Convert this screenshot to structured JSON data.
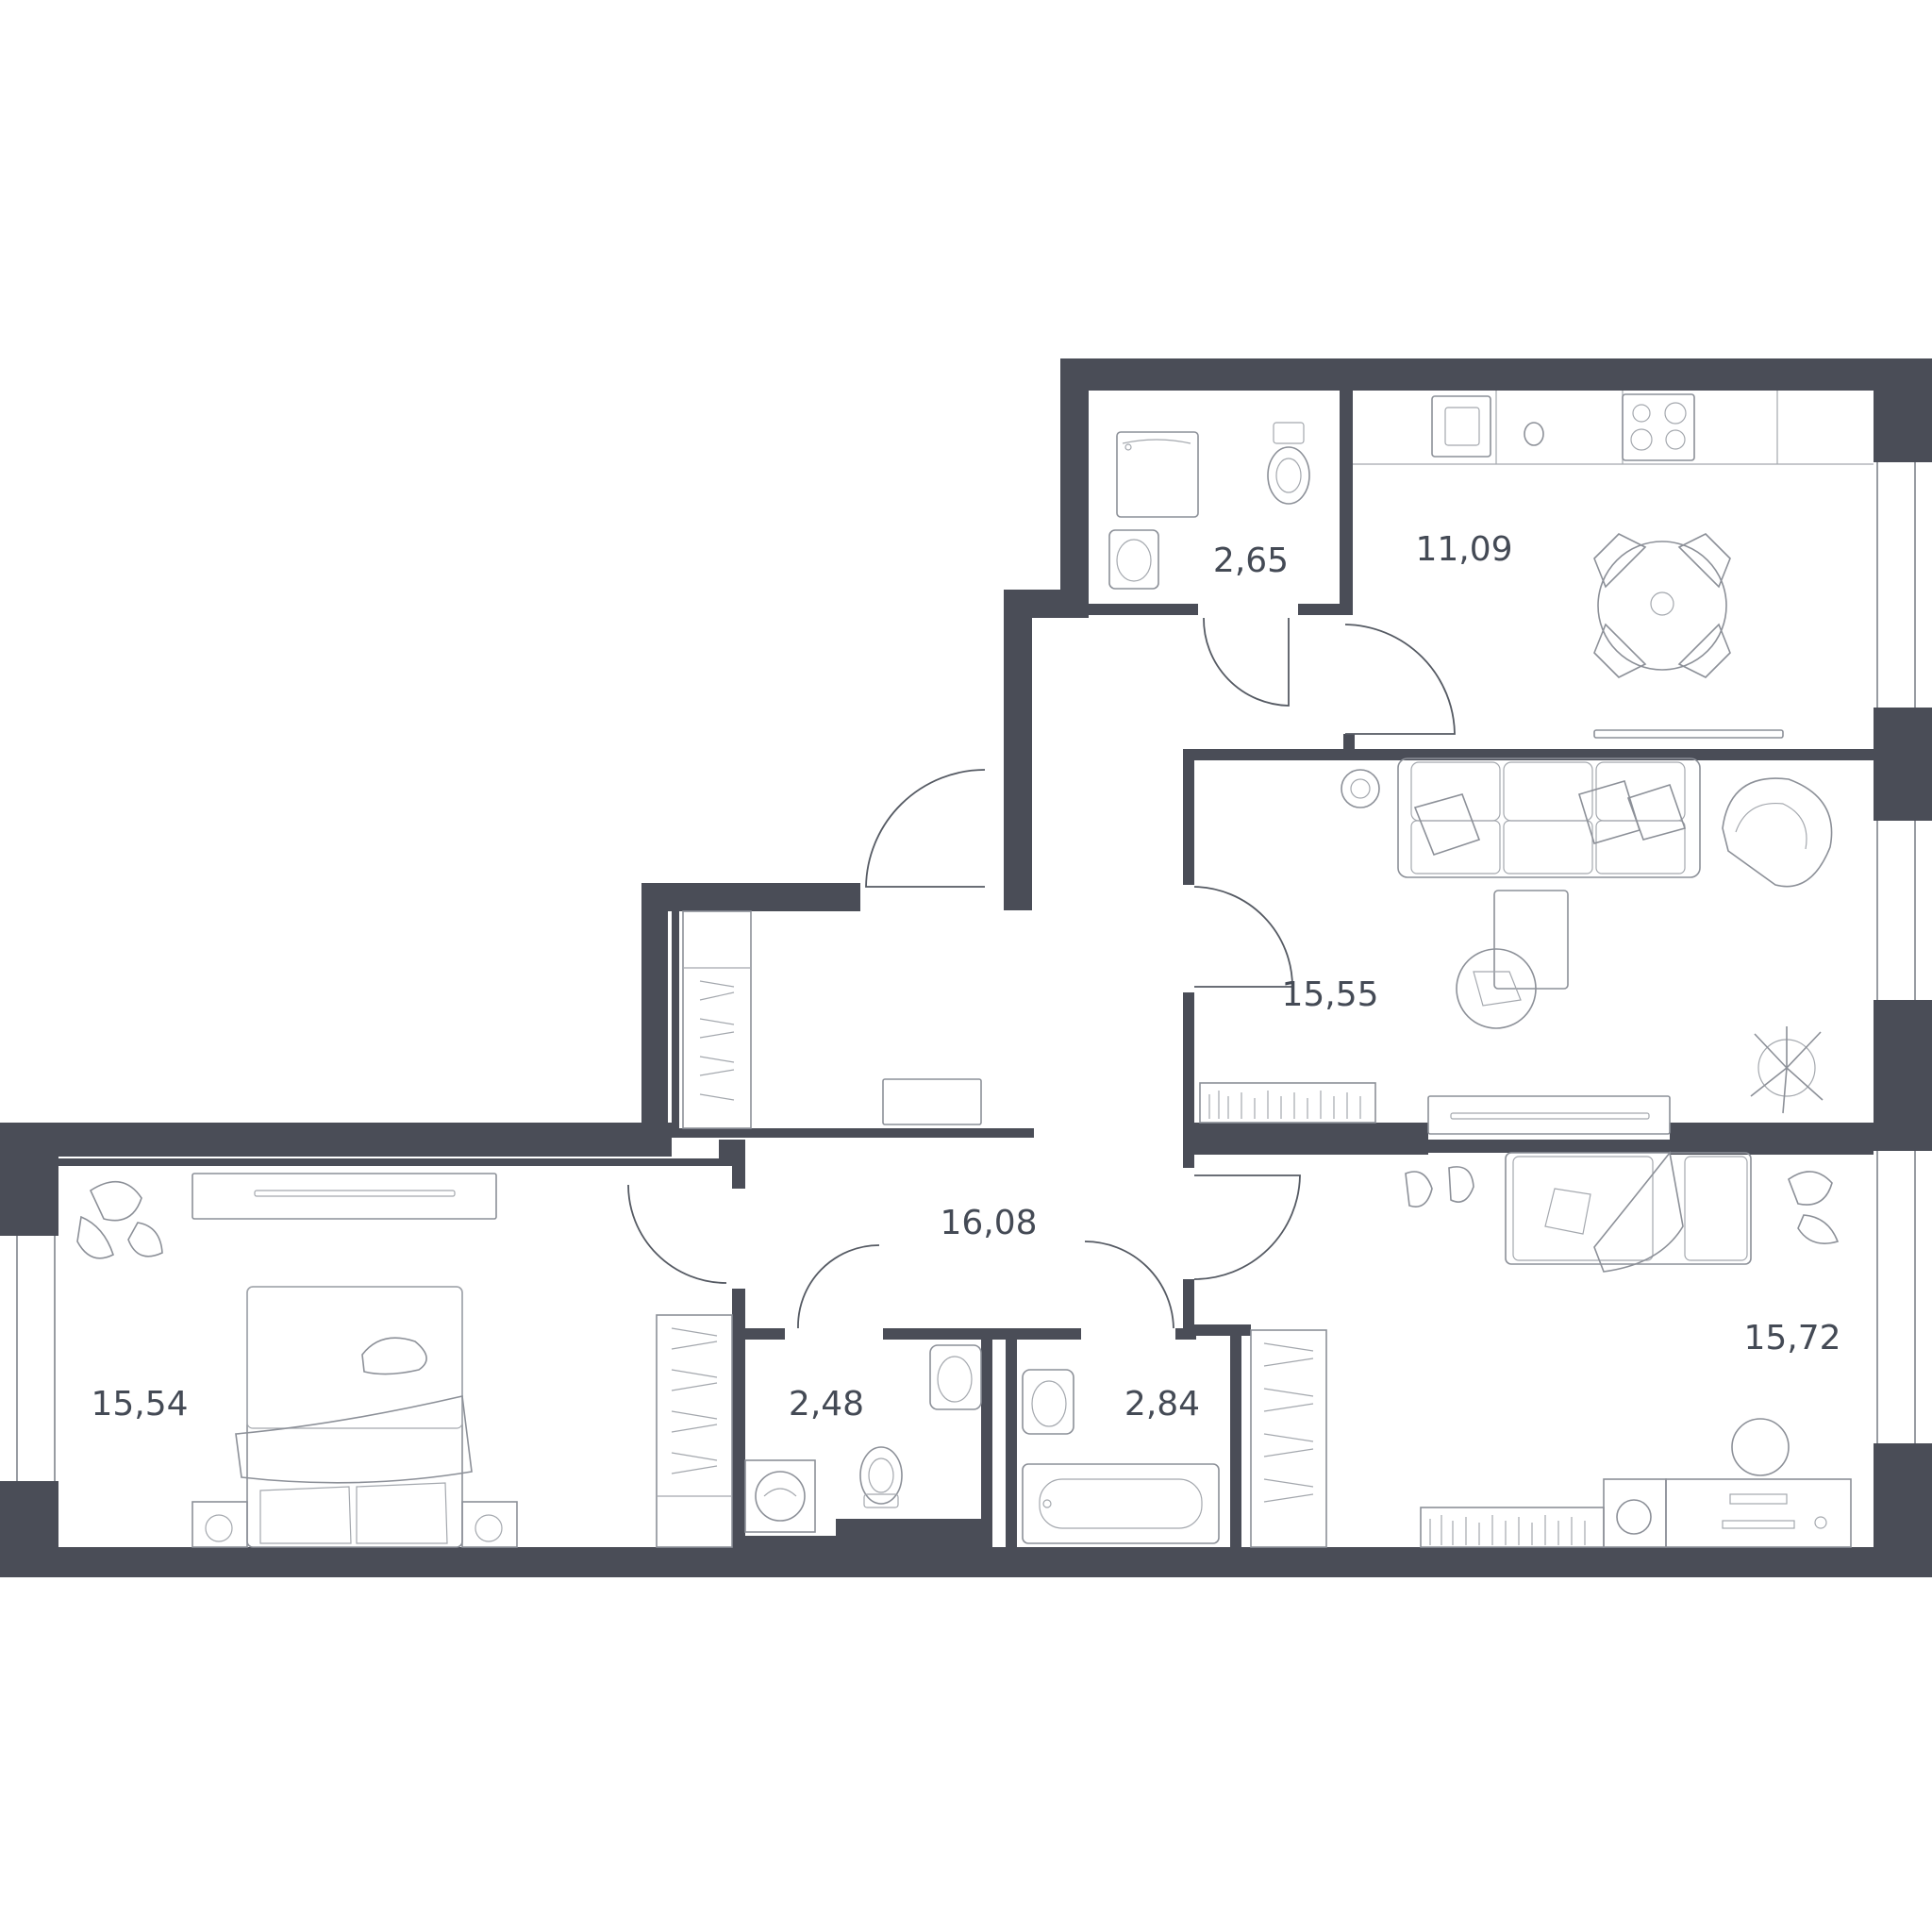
{
  "colors": {
    "wall": "#4a4d57",
    "furniture": "#8c9098",
    "label": "#444a55",
    "background": "#ffffff"
  },
  "rooms": [
    {
      "id": "bathroom-top",
      "area": "2,65"
    },
    {
      "id": "kitchen",
      "area": "11,09"
    },
    {
      "id": "living-room",
      "area": "15,55"
    },
    {
      "id": "hallway",
      "area": "16,08"
    },
    {
      "id": "bedroom-left",
      "area": "15,54"
    },
    {
      "id": "wc",
      "area": "2,48"
    },
    {
      "id": "bathroom-bottom",
      "area": "2,84"
    },
    {
      "id": "bedroom-right",
      "area": "15,72"
    }
  ],
  "icons": {
    "bed": "bed-icon",
    "sofa": "sofa-icon",
    "dining_table": "dining-table-icon",
    "toilet": "toilet-icon",
    "sink": "sink-icon",
    "bathtub": "bathtub-icon",
    "shower": "shower-icon",
    "washing_machine": "washing-machine-icon",
    "stove": "stove-icon",
    "plant": "plant-icon",
    "desk": "desk-icon",
    "tv": "tv-icon",
    "wardrobe": "wardrobe-icon"
  }
}
